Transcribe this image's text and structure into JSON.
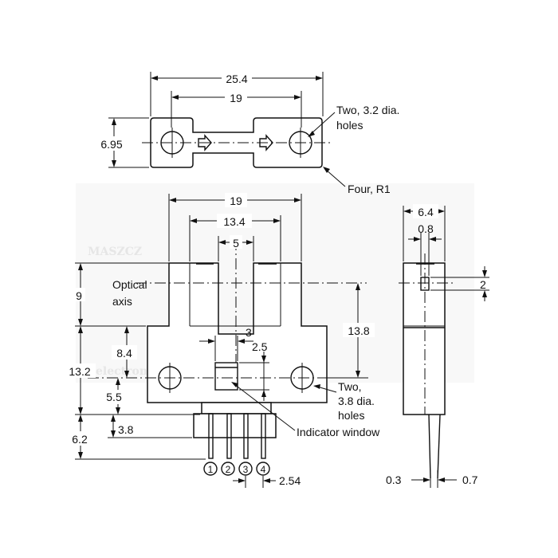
{
  "top_view": {
    "dim_overall_width": "25.4",
    "dim_hole_pitch": "19",
    "dim_height": "6.95",
    "note_holes_line1": "Two, 3.2 dia.",
    "note_holes_line2": "holes",
    "note_corners": "Four, R1"
  },
  "front_view": {
    "dim_mount_width": "19",
    "dim_slot_outer": "13.4",
    "dim_slot_gap": "5",
    "label_optical_line1": "Optical",
    "label_optical_line2": "axis",
    "dim_axis_depth": "9",
    "dim_axis_to_holes": "13.8",
    "dim_body_height": "13.2",
    "dim_hole_height": "8.4",
    "dim_window_width": "3",
    "dim_window_height": "2.5",
    "dim_hole_from_base": "5.5",
    "dim_base_block": "3.8",
    "dim_pins_total": "6.2",
    "dim_pin_pitch": "2.54",
    "note_holes_line1": "Two,",
    "note_holes_line2": "3.8 dia.",
    "note_holes_line3": "holes",
    "label_indicator": "Indicator window",
    "pins": [
      "1",
      "2",
      "3",
      "4"
    ]
  },
  "side_view": {
    "dim_width": "6.4",
    "dim_aperture": "0.8",
    "dim_aperture_height": "2",
    "dim_pin_thickness": "0.3",
    "dim_pin_offset": "0.7"
  },
  "watermark": {
    "line1": "MASZCZ",
    "line2": "electronic"
  }
}
